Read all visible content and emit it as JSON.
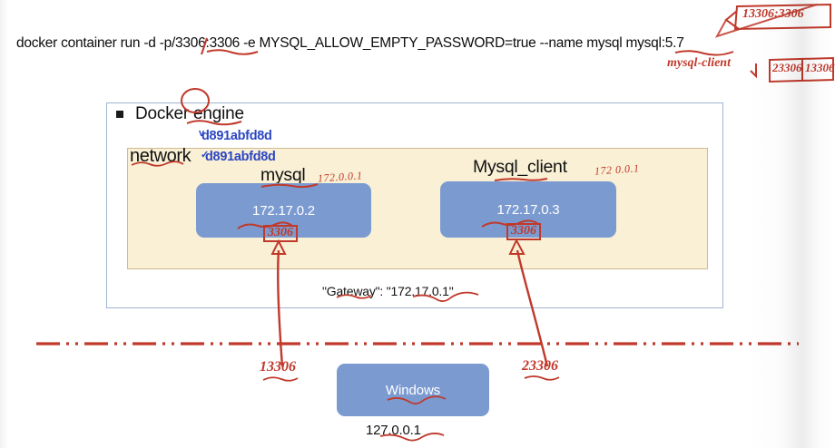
{
  "slide": {
    "command": "docker container run -d -p/3306:3306 -e MYSQL_ALLOW_EMPTY_PASSWORD=true --name mysql mysql:5.7",
    "docker_engine": {
      "title": "Docker engine",
      "bullet_icon": "square-bullet-icon",
      "container_id_top": "d891abfd8d",
      "check_mark_top": "v",
      "network": {
        "label": "network",
        "network_id": "d891abfd8d",
        "check_mark": "✓",
        "containers": [
          {
            "name": "mysql",
            "ip": "172.17.0.2",
            "port_annotation": "3306",
            "ink_ip_scrawl": "172.0.0.1"
          },
          {
            "name": "Mysql_client",
            "ip": "172.17.0.3",
            "port_annotation": "3306",
            "ink_ip_scrawl": "172 0.0.1"
          }
        ]
      },
      "gateway_text": "\"Gateway\": \"172.17.0.1\""
    },
    "host": {
      "name": "Windows",
      "ip": "127.0.0.1",
      "left_port": "13306",
      "right_port": "23306"
    },
    "ink_annotations": {
      "top_right_mapping": "13306:3306",
      "mysql_client_note": "mysql-client",
      "client_mapping_left": "23306",
      "client_mapping_right": "13306"
    },
    "colors": {
      "container_blue": "#7b9bd0",
      "network_beige": "#f9f0d5",
      "engine_border": "#9fb4d0",
      "ink_red": "#c0392b",
      "hash_blue": "#2c46c4"
    }
  }
}
